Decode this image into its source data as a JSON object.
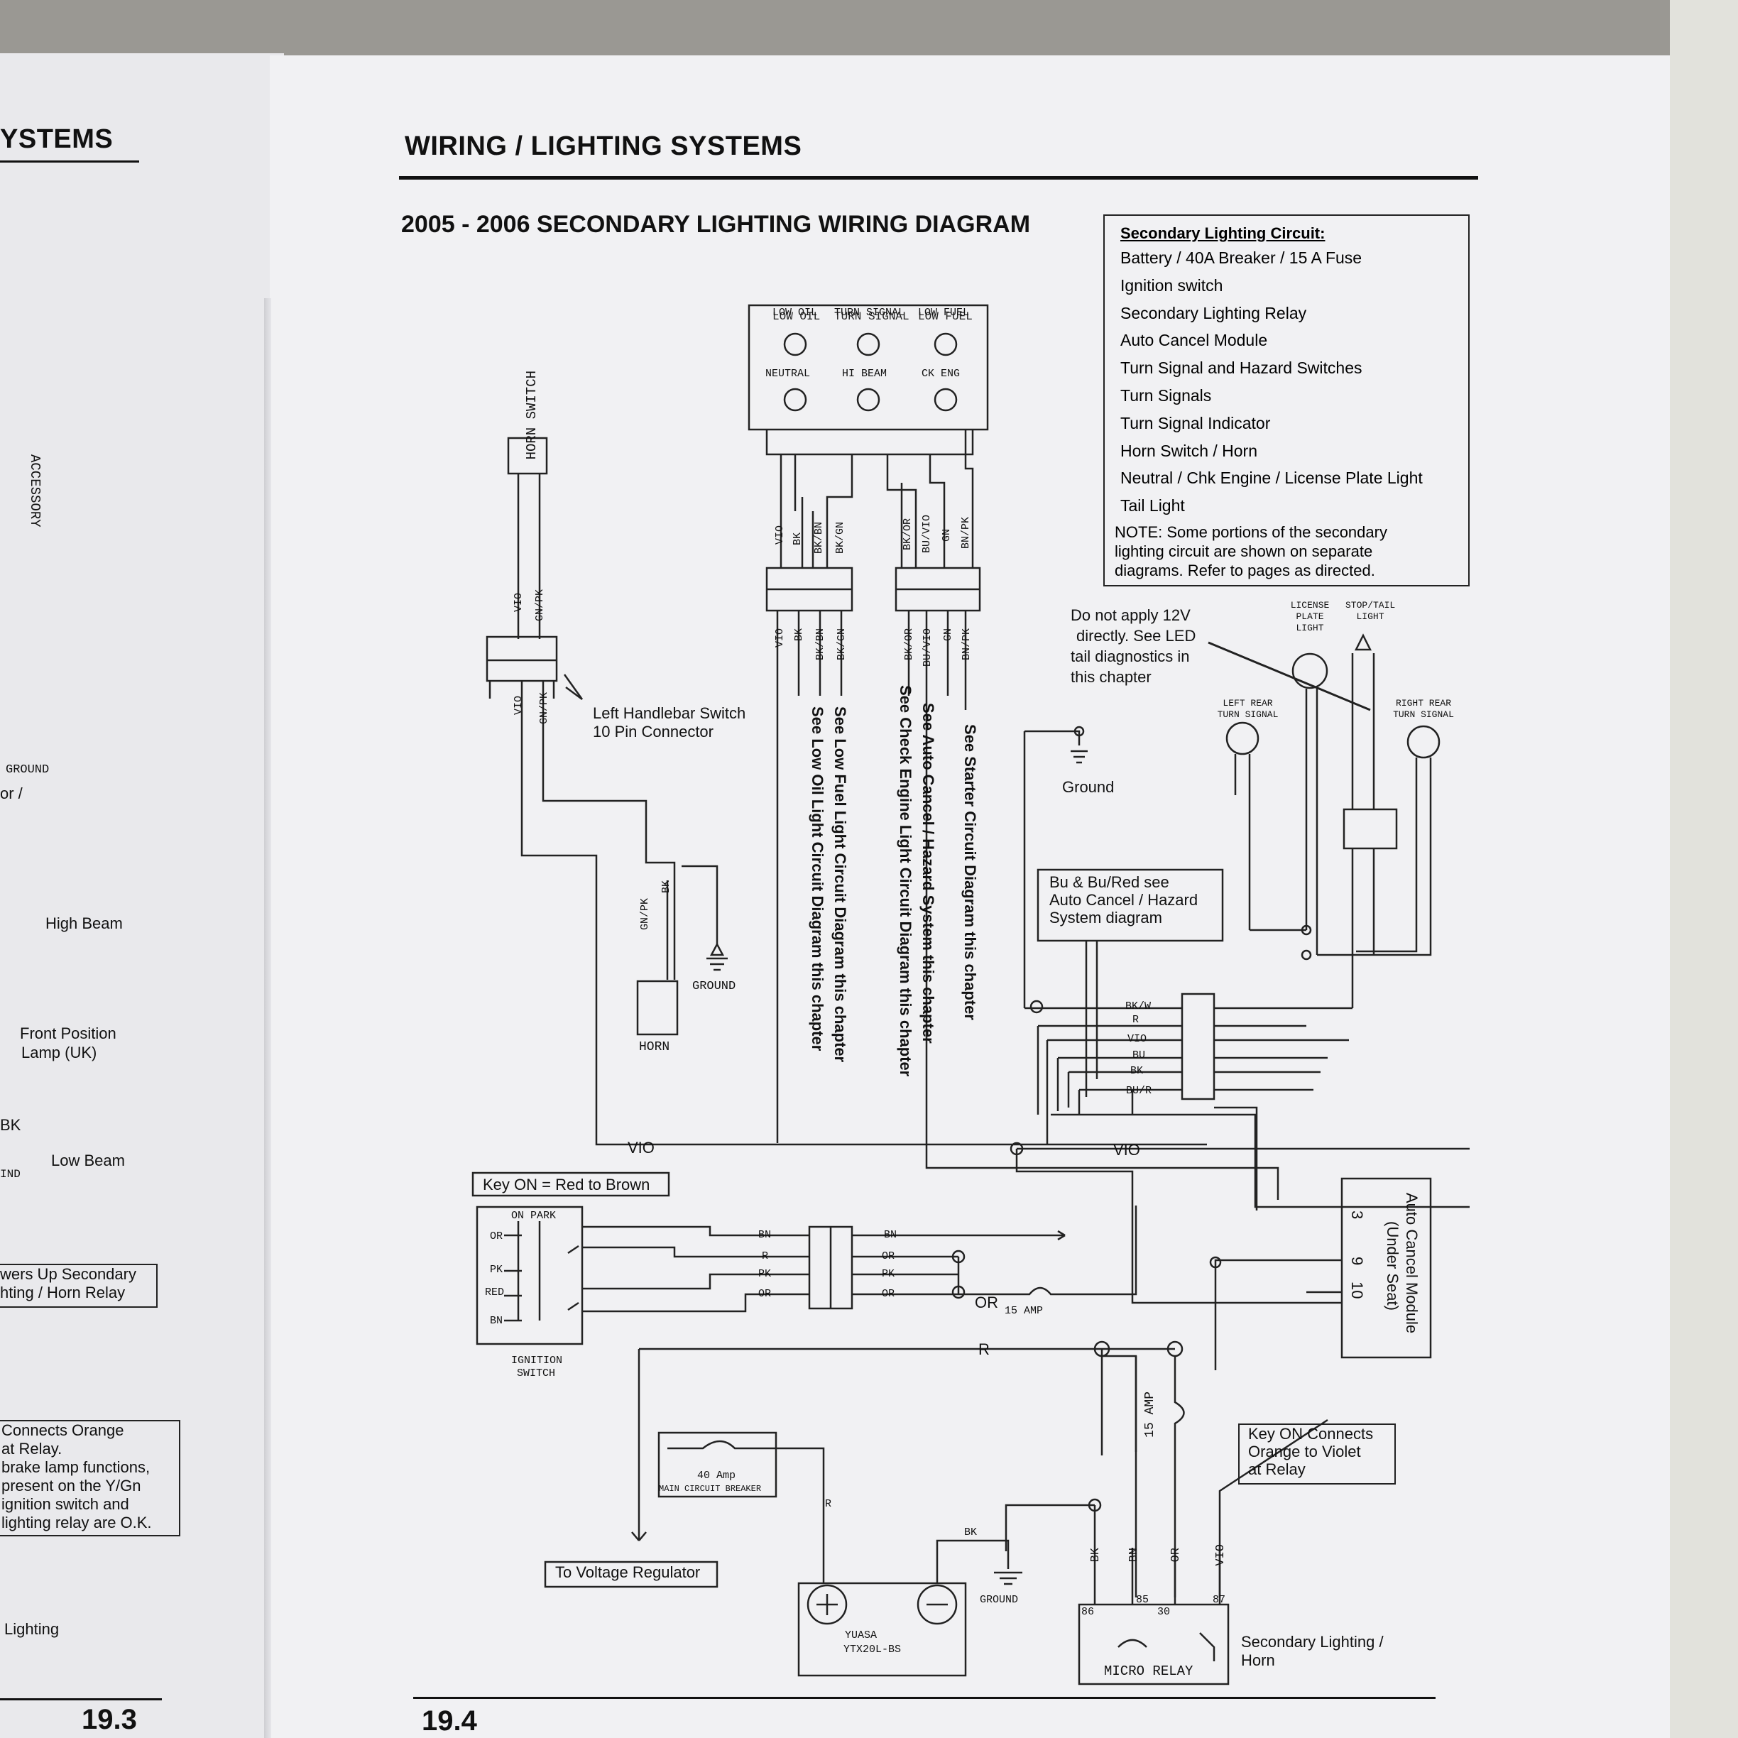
{
  "left_page": {
    "header": "YSTEMS",
    "accessory": "ACCESSORY",
    "ground1": "GROUND",
    "or_text": "or /",
    "high_beam": "High Beam",
    "front_position": "Front Position",
    "lamp_uk": "Lamp (UK)",
    "low_beam": "Low Beam",
    "bk": "BK",
    "und": "IND",
    "note1_line1": "wers Up Secondary",
    "note1_line2": "hting / Horn Relay",
    "note2": [
      "Connects Orange",
      "at Relay.",
      "brake lamp functions,",
      "present on the Y/Gn",
      "ignition switch and",
      "lighting relay are O.K."
    ],
    "lighting": "Lighting",
    "page_number": "19.3"
  },
  "right_page": {
    "header": "WIRING / LIGHTING SYSTEMS",
    "diagram_title": "2005 - 2006 SECONDARY LIGHTING WIRING DIAGRAM",
    "circuit_box": {
      "title": "Secondary Lighting Circuit:",
      "items": [
        "Battery / 40A Breaker / 15 A Fuse",
        "Ignition switch",
        "Secondary Lighting Relay",
        "Auto Cancel Module",
        "Turn Signal and Hazard Switches",
        "Turn Signals",
        "Turn Signal Indicator",
        "Horn Switch / Horn",
        "Neutral / Chk Engine / License Plate Light",
        "Tail Light"
      ],
      "note": [
        "NOTE: Some portions of the secondary",
        "lighting circuit are shown on separate",
        "diagrams.  Refer to pages as directed."
      ]
    },
    "indicators": {
      "top": [
        "LOW OIL",
        "TURN SIGNAL",
        "LOW FUEL"
      ],
      "bottom": [
        "NEUTRAL",
        "HI BEAM",
        "CK ENG"
      ]
    },
    "horn_switch": "HORN SWITCH",
    "wires_left": [
      "VIO",
      "BK",
      "BK/BN",
      "BK/GN"
    ],
    "wires_right": [
      "BK/OR",
      "BU/VIO",
      "GN",
      "BN/PK"
    ],
    "wire_gnpk": "GN/PK",
    "wire_vio": "VIO",
    "handlebar_line1": "Left Handlebar Switch",
    "handlebar_line2": "10 Pin Connector",
    "refs": [
      "See Low Oil Light Circuit Diagram this chapter",
      "See Low Fuel Light Circuit Diagram this chapter",
      "See Check Engine Light Circuit Diagram this chapter",
      "See Auto Cancel / Hazard System this chapter",
      "See Starter Circuit Diagram this chapter"
    ],
    "horn": "HORN",
    "ground": "GROUND",
    "ground_label": "Ground",
    "led_note": [
      "Do not apply 12V",
      "directly. See LED",
      "tail diagnostics in",
      "this chapter"
    ],
    "license_plate": "LICENSE PLATE LIGHT",
    "stop_tail": "STOP/TAIL LIGHT",
    "left_rear": "LEFT REAR TURN SIGNAL",
    "right_rear": "RIGHT REAR TURN SIGNAL",
    "bu_note": [
      "Bu & Bu/Red see",
      "Auto Cancel / Hazard",
      "System diagram"
    ],
    "conn_wires": [
      "BK/W",
      "R",
      "VIO",
      "BU",
      "BK",
      "BU/R"
    ],
    "vio": "VIO",
    "key_on": "Key ON = Red to Brown",
    "on_park": "ON PARK",
    "ign_pins": [
      "OR",
      "PK",
      "RED",
      "BN"
    ],
    "ignition_switch": "IGNITION SWITCH",
    "ign_wires": [
      "BN",
      "R",
      "PK",
      "OR"
    ],
    "or": "OR",
    "amp15": "15 AMP",
    "r": "R",
    "acm_line1": "Auto Cancel Module",
    "acm_line2": "(Under Seat)",
    "acm_pins": [
      "3",
      "9",
      "10"
    ],
    "breaker_line1": "40 Amp",
    "breaker_line2": "MAIN CIRCUIT BREAKER",
    "to_vr": "To Voltage Regulator",
    "bk": "BK",
    "battery_line1": "YUASA",
    "battery_line2": "YTX20L-BS",
    "relay_wires": [
      "BK",
      "BN",
      "OR",
      "VIO"
    ],
    "relay_pins": [
      "86",
      "85",
      "30",
      "87"
    ],
    "micro_relay": "MICRO RELAY",
    "key_on_connects": [
      "Key ON Connects",
      "Orange to Violet",
      "at Relay"
    ],
    "sec_light_line1": "Secondary Lighting /",
    "sec_light_line2": "Horn",
    "page_number": "19.4"
  }
}
